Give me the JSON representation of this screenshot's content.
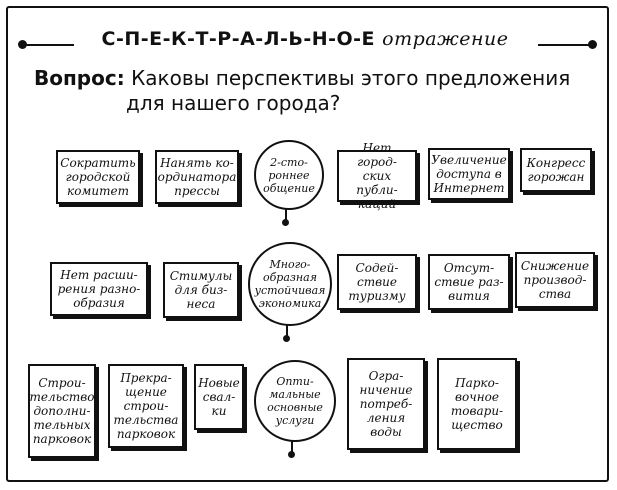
{
  "title": {
    "main": "С-П-Е-К-Т-Р-А-Л-Ь-Н-О-Е",
    "tail": "отражение"
  },
  "question": {
    "label": "Вопрос:",
    "line1": "Каковы перспективы этого предложения",
    "line2": "для нашего города?"
  },
  "rows": [
    {
      "items": [
        {
          "text": "Сократить\nгородской\nкомитет"
        },
        {
          "text": "Нанять ко-\nординатора\nпрессы"
        },
        {
          "text": "2-сто-\nроннее\nобщение"
        },
        {
          "text": "Нет город-\nских публи-\nкаций"
        },
        {
          "text": "Увеличение\nдоступа в\nИнтернет"
        },
        {
          "text": "Конгресс\nгорожан"
        }
      ]
    },
    {
      "items": [
        {
          "text": "Нет расши-\nрения разно-\nобразия"
        },
        {
          "text": "Стимулы\nдля биз-\nнеса"
        },
        {
          "text": "Много-\nобразная\nустойчивая\nэкономика"
        },
        {
          "text": "Содей-\nствие\nтуризму"
        },
        {
          "text": "Отсут-\nствие раз-\nвития"
        },
        {
          "text": "Снижение\nпроизвод-\nства"
        }
      ]
    },
    {
      "items": [
        {
          "text": "Строи-\nтельство\nдополни-\nтельных\nпарковок"
        },
        {
          "text": "Прекра-\nщение\nстрои-\nтельства\nпарковок"
        },
        {
          "text": "Новые\nсвал-\nки"
        },
        {
          "text": "Опти-\nмальные\nосновные\nуслуги"
        },
        {
          "text": "Огра-\nничение\nпотреб-\nления\nводы"
        },
        {
          "text": "Парко-\nвочное\nтовари-\nщество"
        }
      ]
    }
  ]
}
